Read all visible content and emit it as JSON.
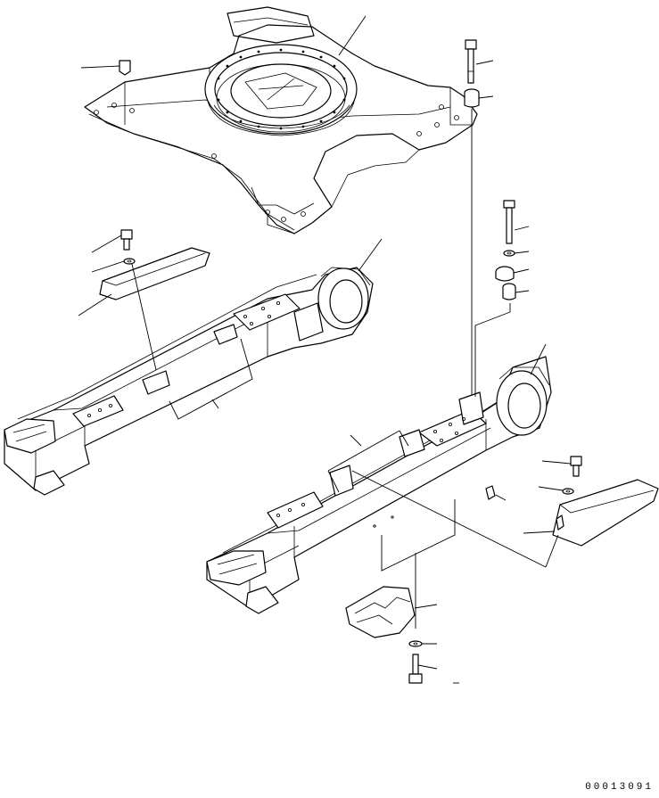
{
  "drawing": {
    "figure_code": "00013091",
    "components": [
      "revolving-frame",
      "track-frame-left",
      "track-frame-right",
      "mounting-bolt",
      "spacer-collar",
      "washer",
      "cover-plate",
      "track-guard",
      "cap-plug"
    ]
  }
}
